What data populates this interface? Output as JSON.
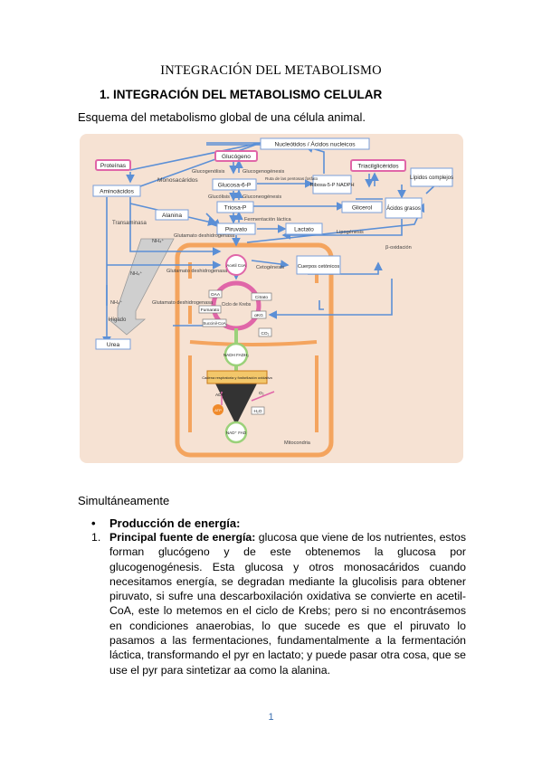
{
  "document": {
    "title": "INTEGRACIÓN DEL METABOLISMO",
    "section_heading": "1.  INTEGRACIÓN DEL METABOLISMO CELULAR",
    "intro": "Esquema del metabolismo global de una célula animal.",
    "simultaneously": "Simultáneamente",
    "bullet_marker": "•",
    "bullet": "Producción de energía:",
    "item_number": "1.",
    "item_lead": "Principal fuente de energía:",
    "item_body": " glucosa que viene de los nutrientes, estos forman glucógeno y de este obtenemos la glucosa por glucogenogénesis. Esta glucosa y otros monosacáridos cuando necesitamos energía, se degradan mediante la glucolisis para obtener piruvato, si sufre una descarboxilación oxidativa se convierte en acetil-CoA, este lo metemos en el ciclo de Krebs; pero si no encontrásemos en condiciones anaerobias, lo que sucede es que el piruvato lo pasamos a las fermentaciones, fundamentalmente a la fermentación láctica, transformando el pyr en lactato; y puede pasar otra cosa, que se use el pyr para sintetizar aa como la alanina.",
    "page_number": "1"
  },
  "diagram": {
    "colors": {
      "background": "#f6e2d3",
      "arrow": "#5b8fd6",
      "pink": "#e066a8",
      "green": "#9bd17a",
      "orange": "#f08a2a",
      "mito": "#f4a45e"
    },
    "boxes": {
      "nucleotidos": "Nucleótidos / Ácidos nucleicos",
      "proteinas": "Proteínas",
      "glucogeno": "Glucógeno",
      "trigliceridos": "Triacilglicéridos",
      "lipidos": "Lípidos complejos",
      "aminoacidos": "Aminoácidos",
      "glucosa6p": "Glucosa-6-P",
      "ribosa": "Ribosa-5-P NADPH",
      "glicerol": "Glicerol",
      "acidos_grasos": "Ácidos grasos",
      "alanina": "Alanina",
      "triosa": "Triosa-P",
      "piruvato": "Piruvato",
      "lactato": "Lactato",
      "cuerpos": "Cuerpos cetónicos",
      "urea": "Urea",
      "acetil": "Acetil CoA",
      "oaa": "OAA",
      "citrato": "Citrato",
      "fumarato": "Fumarato",
      "akg": "αKG",
      "succinil": "Succinil-CoA",
      "co2": "CO₂",
      "nadh": "NADH FADH₂",
      "cadena": "Cadena respiratoria y fosforilación oxidativa",
      "nad": "NAD⁺ FAD",
      "adp": "ADP",
      "atp": "ATP",
      "h2o": "H₂O",
      "o2": "O₂"
    },
    "labels": {
      "monosacaridos": "Monosacáridos",
      "glucogenolisis": "Glucogenólisis",
      "glucogenogenesis": "Glucogenogénesis",
      "ruta": "Ruta de las pentosas fosfato",
      "glucolisis": "Glucólisis",
      "gluconeogenesis": "Gluconeogénesis",
      "fermentacion": "Fermentación láctica",
      "transaminasa": "Transaminasa",
      "glutamato1": "Glutamato deshidrogenasa",
      "glutamato2": "Glutamato deshidrogenasa",
      "glutamato3": "Glutamato deshidrogenasa",
      "nh4": "NH₄⁺",
      "lipogenesis": "Lipogénesis",
      "beta": "β-oxidación",
      "cetogenesis": "Cetogénesis",
      "ciclo": "Ciclo de Krebs",
      "higado": "Hígado",
      "mitocondria": "Mitocondria"
    }
  }
}
